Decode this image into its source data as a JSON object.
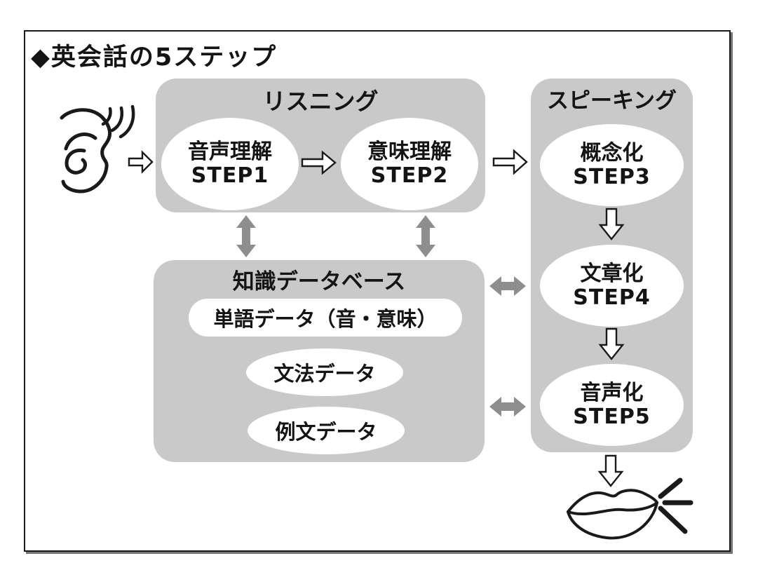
{
  "title": "◆英会話の5ステップ",
  "colors": {
    "box_gray": "#c9c9c9",
    "arrow_gray": "#8e8e8e",
    "line": "#1a1a1a",
    "background": "#ffffff"
  },
  "listening": {
    "label": "リスニング",
    "steps": [
      {
        "name": "音声理解",
        "step": "STEP1"
      },
      {
        "name": "意味理解",
        "step": "STEP2"
      }
    ]
  },
  "speaking": {
    "label": "スピーキング",
    "steps": [
      {
        "name": "概念化",
        "step": "STEP3"
      },
      {
        "name": "文章化",
        "step": "STEP4"
      },
      {
        "name": "音声化",
        "step": "STEP5"
      }
    ]
  },
  "knowledge": {
    "label": "知識データベース",
    "items": [
      {
        "label": "単語データ（音・意味）",
        "shape": "pill"
      },
      {
        "label": "文法データ",
        "shape": "ellipse"
      },
      {
        "label": "例文データ",
        "shape": "ellipse"
      }
    ]
  },
  "icons": {
    "ear": "ear-with-sound-waves",
    "mouth": "mouth-with-sound-lines"
  }
}
